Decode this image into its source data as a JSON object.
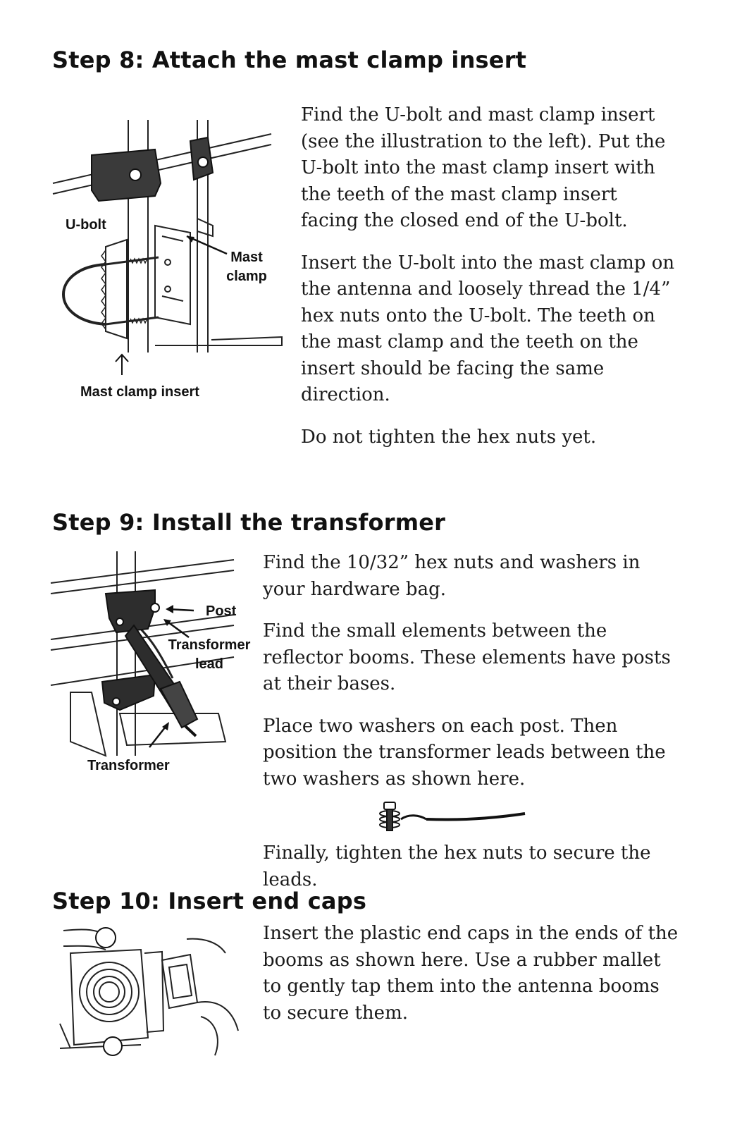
{
  "step8": {
    "title": "Step 8: Attach the mast clamp insert",
    "paragraphs": [
      "Find the U-bolt and mast clamp insert (see the illustration to the left). Put the U-bolt into the mast clamp insert with the teeth of the mast clamp insert facing the closed end of the U-bolt.",
      "Insert the U-bolt into the mast clamp on the antenna and loosely thread the 1/4” hex nuts onto the U-bolt. The teeth on the mast clamp and the teeth on the insert should be facing the same direction.",
      "Do not tighten the hex nuts yet."
    ],
    "labels": {
      "ubolt": "U-bolt",
      "mast_clamp_1": "Mast",
      "mast_clamp_2": "clamp",
      "insert": "Mast clamp insert"
    }
  },
  "step9": {
    "title": "Step 9: Install the transformer",
    "paragraphs": [
      "Find the 10/32” hex nuts and washers in your hardware bag.",
      "Find the small elements between the reflector booms. These elements have posts at their bases.",
      "Place two washers on each post. Then position the transformer leads between the two washers as shown here."
    ],
    "final": "Finally, tighten the hex nuts to secure the leads.",
    "labels": {
      "post": "Post",
      "lead_1": "Transformer",
      "lead_2": "lead",
      "transformer": "Transformer"
    }
  },
  "step10": {
    "title": "Step 10: Insert end caps",
    "paragraphs": [
      "Insert the plastic end caps in the ends of the booms as shown here. Use a rubber mallet to gently tap them into the antenna booms to secure them."
    ]
  }
}
